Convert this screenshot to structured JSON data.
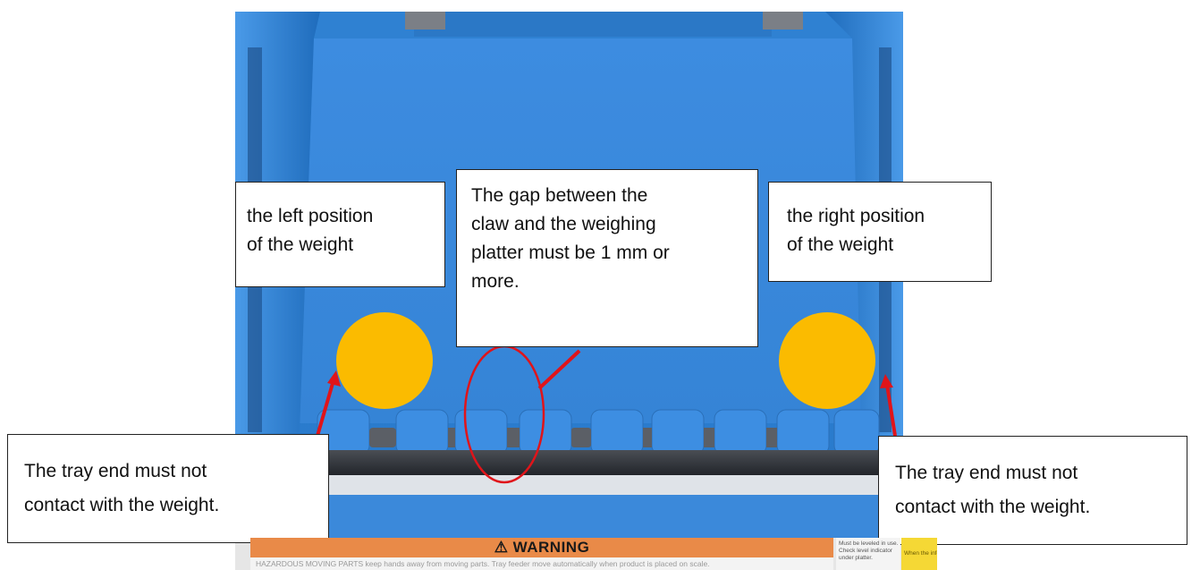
{
  "callouts": {
    "left_position": {
      "line1": "the left position",
      "line2": "of the weight"
    },
    "gap": {
      "line1": "The gap between the",
      "line2": "claw and the weighing",
      "line3": "platter must be 1 mm or",
      "line4": "more."
    },
    "right_position": {
      "line1": "the right position",
      "line2": "of the weight"
    },
    "tray_end_left": {
      "line1": "The tray end must not",
      "line2": "contact with the weight."
    },
    "tray_end_right": {
      "line1": "The tray end must not",
      "line2": "contact with the weight."
    }
  },
  "warning_label": {
    "title": "⚠ WARNING",
    "body": "HAZARDOUS MOVING PARTS  keep hands away from moving parts. Tray feeder move automatically when product is placed on scale.",
    "level_note": "Must be leveled in use. Check level indicator under platter.",
    "conveyor_note": "When the infeed conveyor is pu"
  },
  "colors": {
    "machine_blue": "#2f82d4",
    "weight_marker": "#fbbb00",
    "arrow": "#e0141a",
    "warning_orange": "#e98a48",
    "caution_yellow": "#f5d835"
  }
}
